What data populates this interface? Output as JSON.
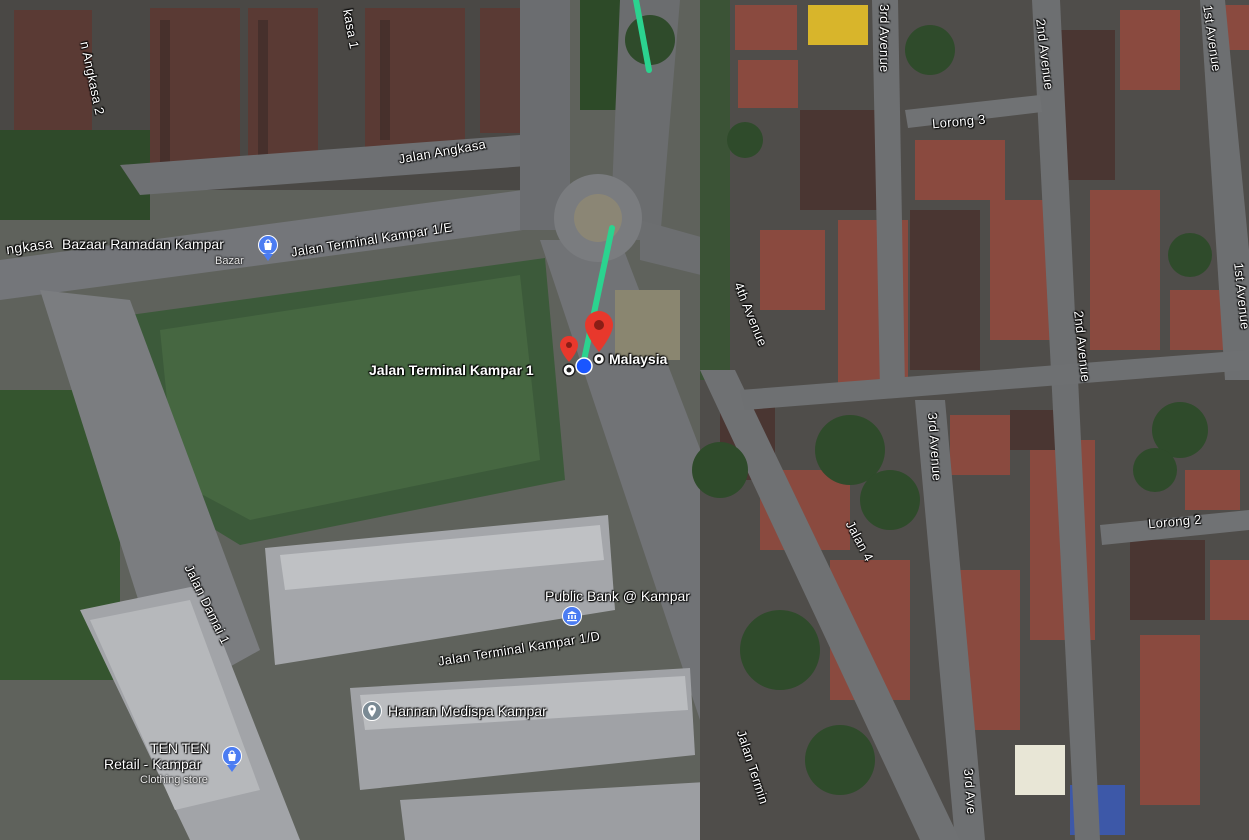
{
  "map_type": "satellite",
  "colors": {
    "route": "#2bd38f",
    "marker_red": "#e8382c",
    "user_location": "#1a56ff",
    "poi_shopping": "#4b7cf2",
    "poi_generic": "#7a8a94"
  },
  "streets": {
    "jalan_angkasa": "Jalan Angkasa",
    "jalan_angkasa_2": "n Angkasa 2",
    "jalan_angkasa_1": "kasa 1",
    "angkasa_left": "ngkasa",
    "jalan_terminal_1e": "Jalan Terminal Kampar 1/E",
    "jalan_terminal_1d": "Jalan Terminal Kampar 1/D",
    "jalan_terminal_bottom": "Jalan Termin",
    "jalan_damai_1": "Jalan Damai 1",
    "jalan_4": "Jalan 4",
    "fourth_avenue": "4th Avenue",
    "third_avenue_top": "3rd Avenue",
    "third_avenue_mid": "3rd Avenue",
    "third_avenue_bottom": "3rd Ave",
    "second_avenue_top": "2nd Avenue",
    "second_avenue_mid": "2nd Avenue",
    "first_avenue_top": "1st Avenue",
    "first_avenue_mid": "1st Avenue",
    "lorong_3": "Lorong 3",
    "lorong_2": "Lorong 2"
  },
  "places": {
    "origin": "Jalan Terminal Kampar 1",
    "destination": "Malaysia"
  },
  "pois": [
    {
      "name": "Bazaar Ramadan Kampar",
      "category": "Bazar",
      "icon": "shopping-bag-icon"
    },
    {
      "name": "Public Bank @ Kampar",
      "category": "",
      "icon": "bank-icon"
    },
    {
      "name": "Hannan Medispa Kampar",
      "category": "",
      "icon": "location-pin-icon"
    },
    {
      "name": "TEN TEN Retail - Kampar",
      "line1": "TEN TEN",
      "line2": "Retail - Kampar",
      "category": "Clothing store",
      "icon": "shopping-bag-icon"
    }
  ]
}
